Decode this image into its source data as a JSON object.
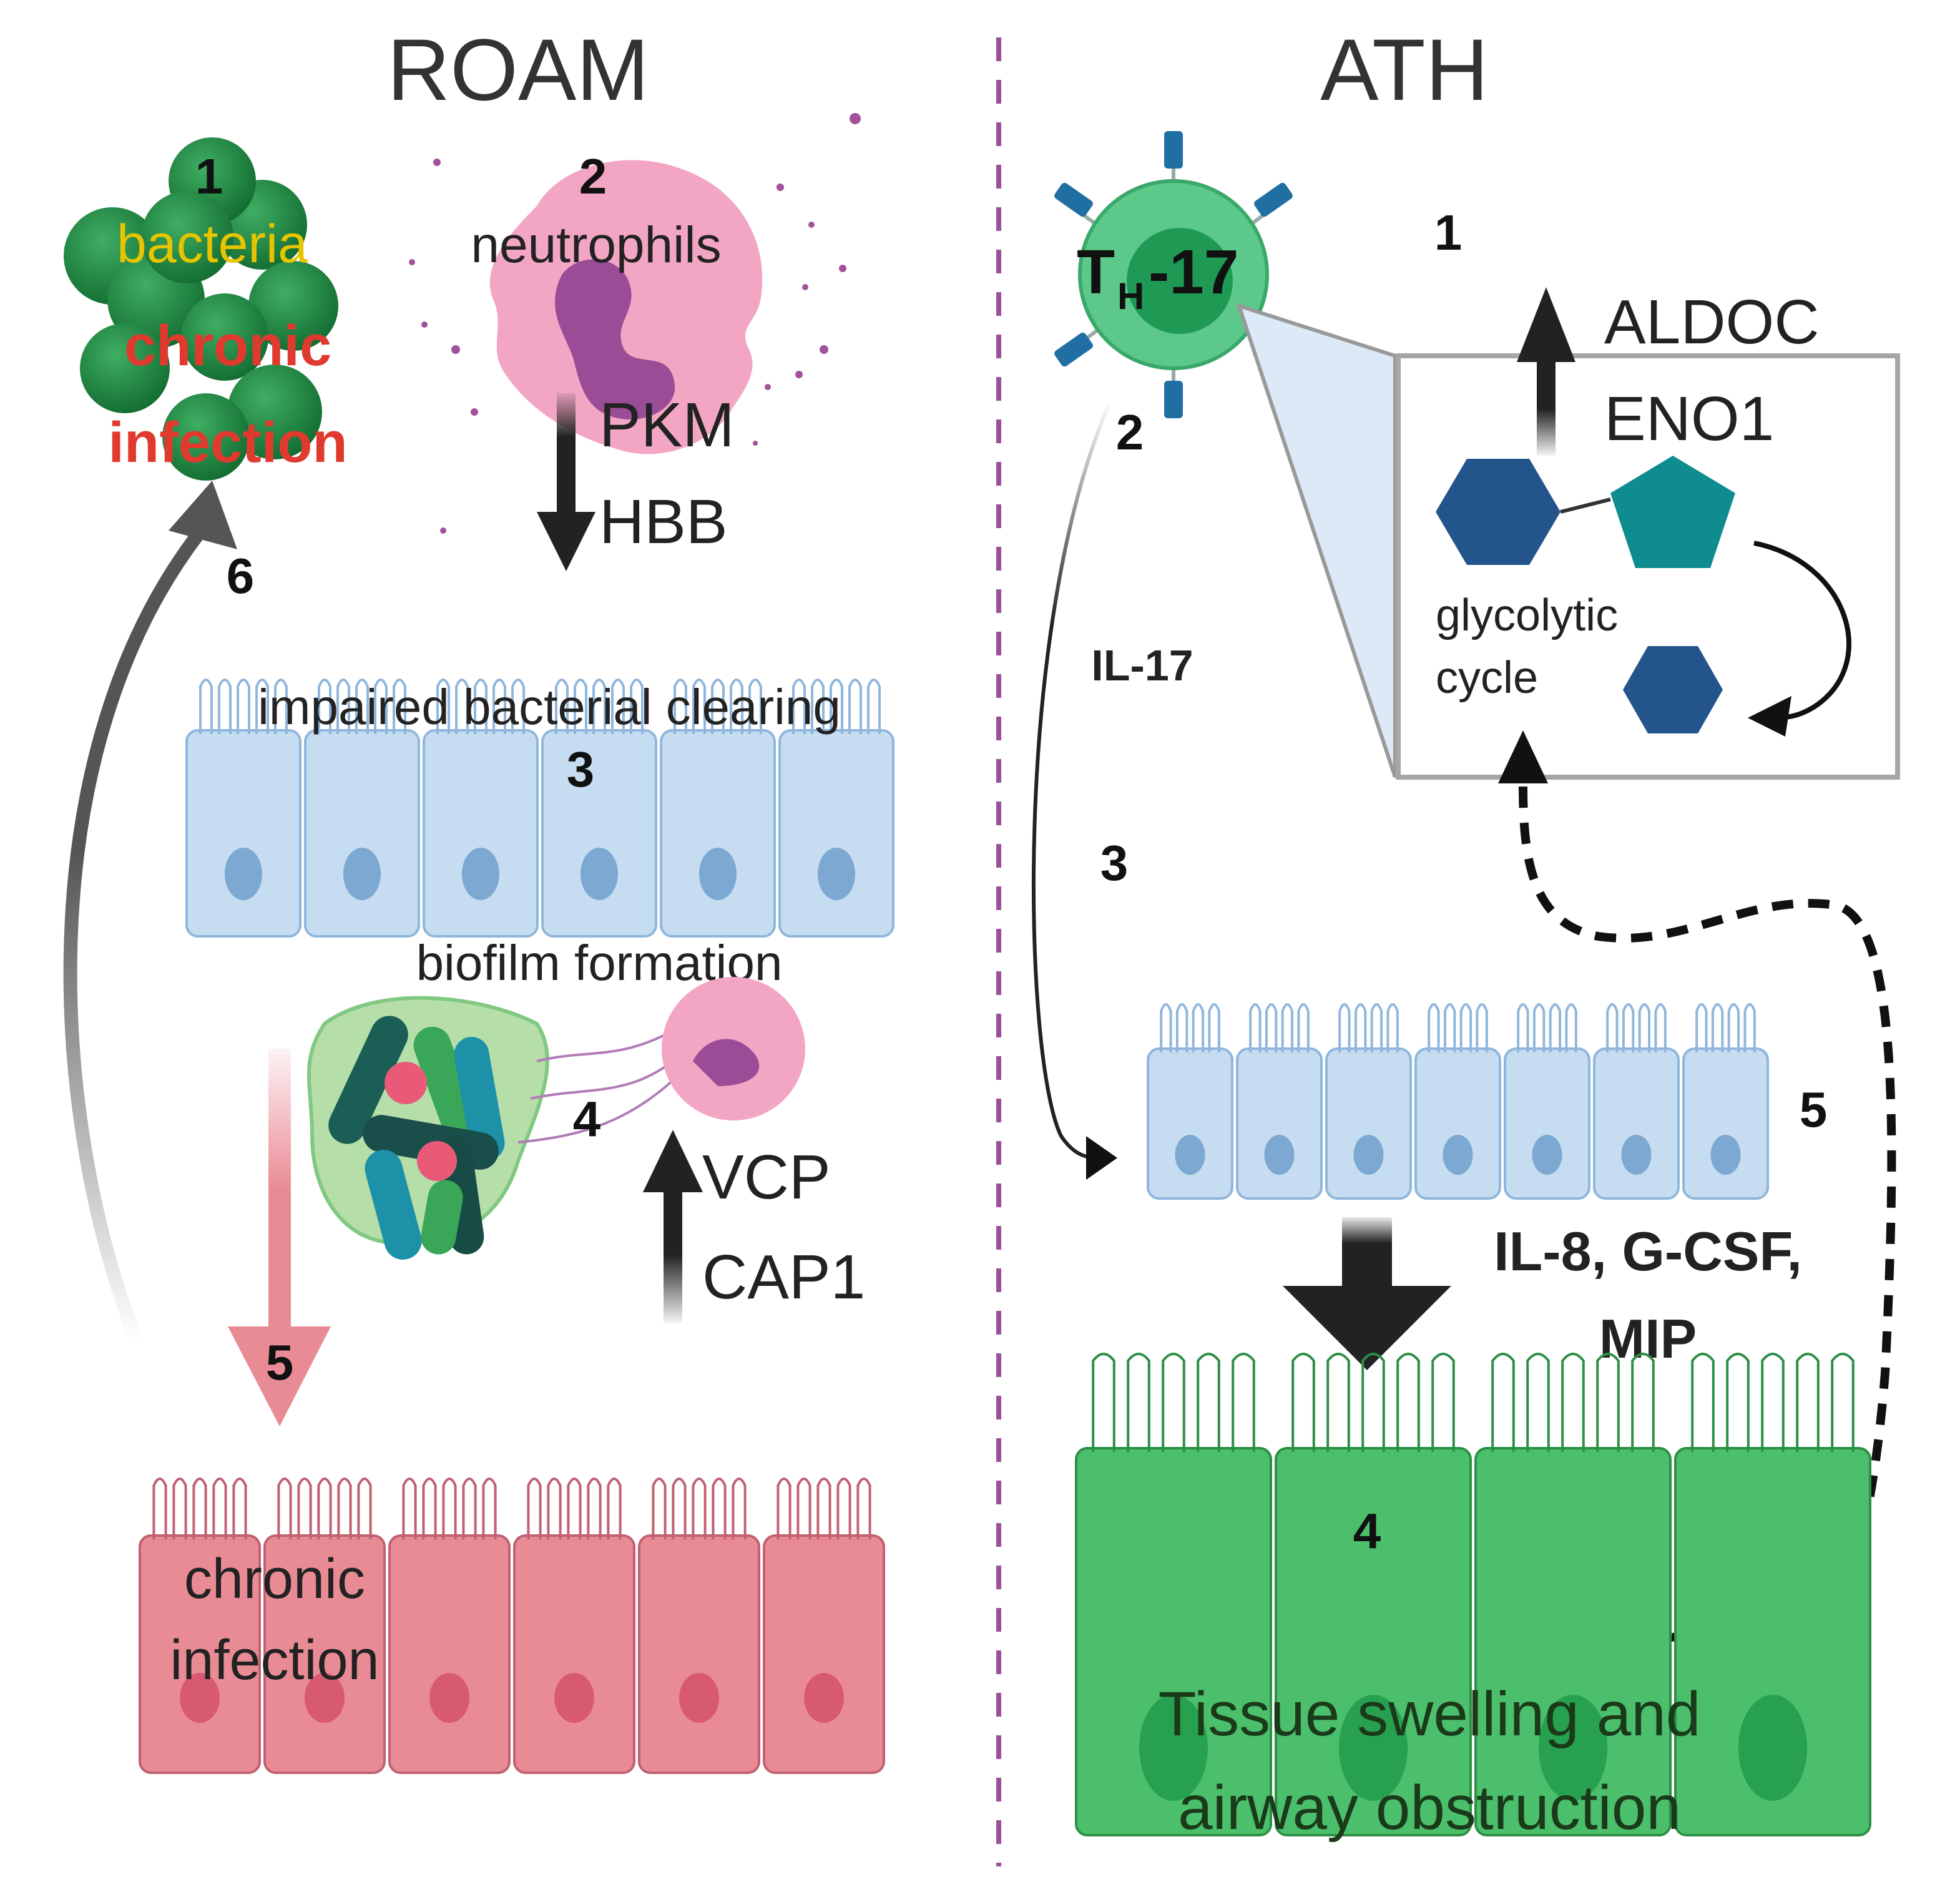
{
  "left_panel": {
    "title": "ROAM",
    "step1": "1",
    "bacteria_label": "bacteria",
    "chronic_label_line1": "chronic",
    "chronic_label_line2": "infection",
    "step2": "2",
    "neutrophils_label": "neutrophils",
    "gene_pkm": "PKM",
    "gene_hbb": "HBB",
    "step6": "6",
    "epithelium_label": "impaired bacterial clearing",
    "step3": "3",
    "biofilm_label": "biofilm formation",
    "step4": "4",
    "gene_vcp": "VCP",
    "gene_cap1": "CAP1",
    "step5": "5",
    "infected_line1": "chronic",
    "infected_line2": "infection"
  },
  "right_panel": {
    "title": "ATH",
    "th17_main": "T",
    "th17_sub": "H",
    "th17_suffix": "-17",
    "step1": "1",
    "gene_aldoc": "ALDOC",
    "gene_eno1": "ENO1",
    "glyco_line1": "glycolytic",
    "glyco_line2": "cycle",
    "step2": "2",
    "il17_label": "IL-17",
    "step3": "3",
    "step5": "5",
    "cytokines_line1": "IL-8, G-CSF,",
    "cytokines_line2": "MIP",
    "step4": "4",
    "outcome_line1": "Tissue swelling and",
    "outcome_line2": "airway obstruction"
  },
  "colors": {
    "divider": "#9b4f9b",
    "bacteria_text": "#e8c400",
    "infection_text": "#e03a2f",
    "epithelium_blue": "#c6dcf0",
    "epithelium_pink": "#e98b95",
    "epithelium_green": "#4bbf6b",
    "neutrophil_pink": "#f3a6c4"
  }
}
